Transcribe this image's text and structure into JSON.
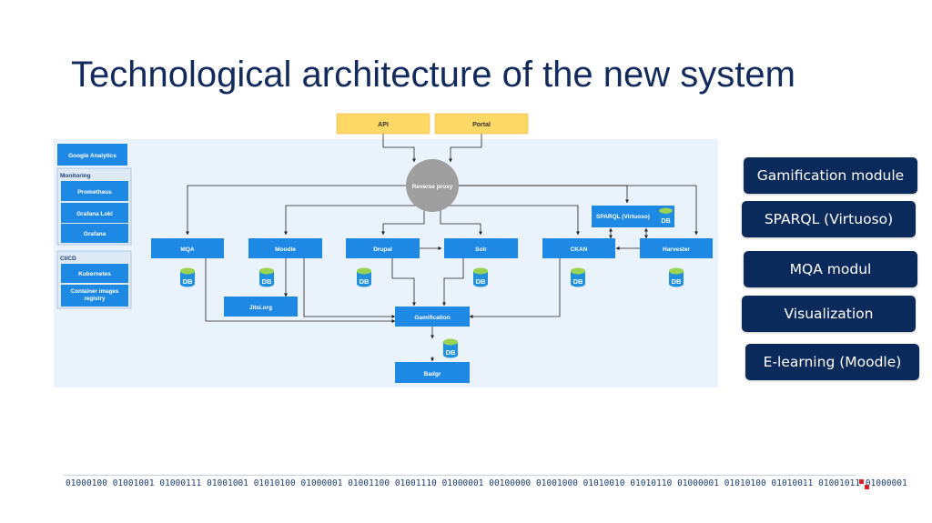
{
  "slide": {
    "title": "Technological architecture of the new system"
  },
  "diagram": {
    "api": "API",
    "portal": "Portal",
    "reverse_proxy": "Reverse proxy",
    "google_analytics": "Google Analytics",
    "monitoring": {
      "label": "Monitoring",
      "items": [
        "Prometheus",
        "Grafana Loki",
        "Grafana"
      ]
    },
    "cicd": {
      "label": "CI/CD",
      "items": [
        "Kubernetes",
        "Container images registry"
      ]
    },
    "services": [
      "MQA",
      "Moodle",
      "Drupal",
      "Solr",
      "CKAN",
      "Harvester"
    ],
    "sparql": "SPARQL (Virtuoso)",
    "jitsi": "Jitsi.org",
    "gamification": "Gamification",
    "badgr": "Badgr",
    "db_label": "DB"
  },
  "side_buttons": [
    "Gamification module",
    "SPARQL (Virtuoso)",
    "MQA modul",
    "Visualization",
    "E-learning (Moodle)"
  ],
  "footer": {
    "binary": "01000100 01001001 01000111 01001001 01010100 01000001 01001100 01001110 01000001 00100000 01001000 01010010 01010110 01000001 01010100 01010011 01001011 01000001"
  },
  "colors": {
    "title": "#122a5c",
    "diagram_box": "#1e88e5",
    "api_box": "#ffd966",
    "panel_bg": "#eaf2fb",
    "proxy": "#9e9e9e",
    "side_button": "#0b2a5c"
  }
}
